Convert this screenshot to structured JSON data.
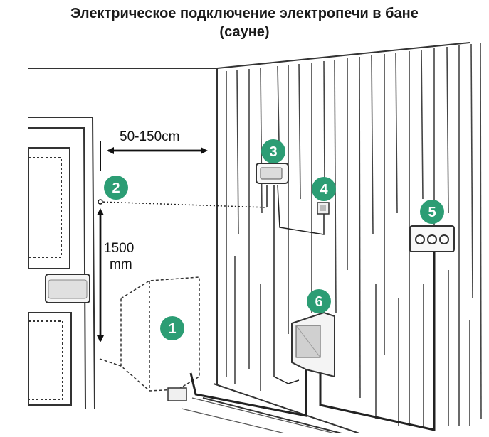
{
  "title": {
    "line1": "Электрическое подключение электропечи в бане",
    "line2": "(сауне)"
  },
  "dimensions": {
    "horizontal": "50-150cm",
    "vertical_value": "1500",
    "vertical_unit": "mm"
  },
  "markers": [
    {
      "id": "1",
      "label": "1"
    },
    {
      "id": "2",
      "label": "2"
    },
    {
      "id": "3",
      "label": "3"
    },
    {
      "id": "4",
      "label": "4"
    },
    {
      "id": "5",
      "label": "5"
    },
    {
      "id": "6",
      "label": "6"
    }
  ],
  "colors": {
    "badge": "#2c9d74",
    "line": "#222222",
    "wall_line": "#333333"
  }
}
